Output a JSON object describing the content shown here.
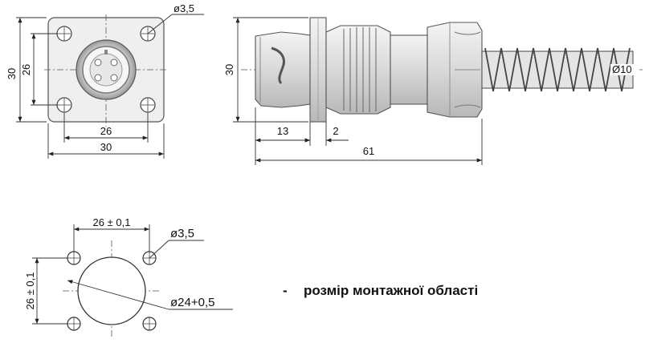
{
  "front_view": {
    "hole_diameter": "ø3,5",
    "height_outer": "30",
    "height_inner": "26",
    "width_inner": "26",
    "width_outer": "30"
  },
  "side_view": {
    "height": "30",
    "cable_diameter": "Ø10",
    "dim_13": "13",
    "dim_2": "2",
    "total_length": "61"
  },
  "mounting_area": {
    "hole_spacing_x": "26 ± 0,1",
    "hole_spacing_y": "26 ± 0,1",
    "hole_diameter": "ø3,5",
    "cutout_diameter": "ø24+0,5"
  },
  "legend": {
    "dash": "-",
    "text": "розмір монтажної області"
  }
}
